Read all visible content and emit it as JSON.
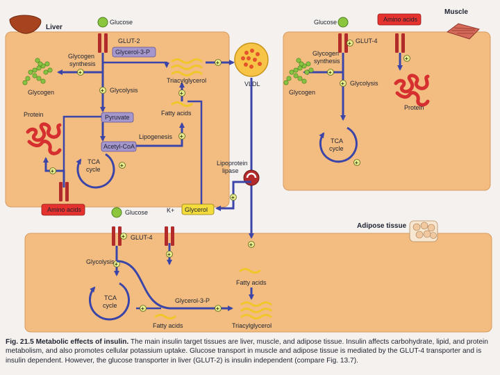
{
  "tissues": {
    "liver": "Liver",
    "muscle": "Muscle",
    "adipose": "Adipose tissue"
  },
  "molecules": {
    "glucose": "Glucose",
    "amino_acids": "Amino acids",
    "glycogen": "Glycogen",
    "protein": "Protein",
    "pyruvate": "Pyruvate",
    "acetyl_coa": "Acetyl-CoA",
    "glycerol_3p": "Glycerol-3-P",
    "glycerol_3p_adipose": "Glycerol-3-P",
    "triacylglycerol": "Triacylglycerol",
    "fatty_acids": "Fatty acids",
    "vldl": "VLDL",
    "glycerol": "Glycerol",
    "potassium": "K+",
    "lipoprotein_lipase_1": "Lipoprotein",
    "lipoprotein_lipase_2": "lipase"
  },
  "processes": {
    "glycogen_synthesis_1": "Glycogen",
    "glycogen_synthesis_2": "synthesis",
    "glycolysis": "Glycolysis",
    "lipogenesis": "Lipogenesis",
    "tca_1": "TCA",
    "tca_2": "cycle"
  },
  "transporters": {
    "glut2": "GLUT-2",
    "glut4": "GLUT-4"
  },
  "symbols": {
    "plus": "+"
  },
  "caption": {
    "fig": "Fig. 21.5",
    "title": "Metabolic effects of insulin.",
    "body": " The main insulin target tissues are liver, muscle, and adipose tissue. Insulin affects carbohydrate, lipid, and protein metabolism, and also promotes cellular potassium uptake. Glucose transport in muscle and adipose tissue is mediated by the GLUT-4 transporter and is insulin dependent. However, the glucose transporter in liver (GLUT-2) is insulin independent (compare Fig. 13.7)."
  },
  "colors": {
    "panel": "#f3bd82",
    "arrow": "#3b45a8",
    "glucose": "#8cc63f",
    "amino_acid_box": "#e6322e",
    "transporter": "#b22a2a",
    "pathway_box": "#a597cc",
    "glycerol_box": "#f4dc3c",
    "lipid_chain": "#f0c62a",
    "vldl": "#f7c447",
    "protein_coil": "#d62f2f"
  }
}
